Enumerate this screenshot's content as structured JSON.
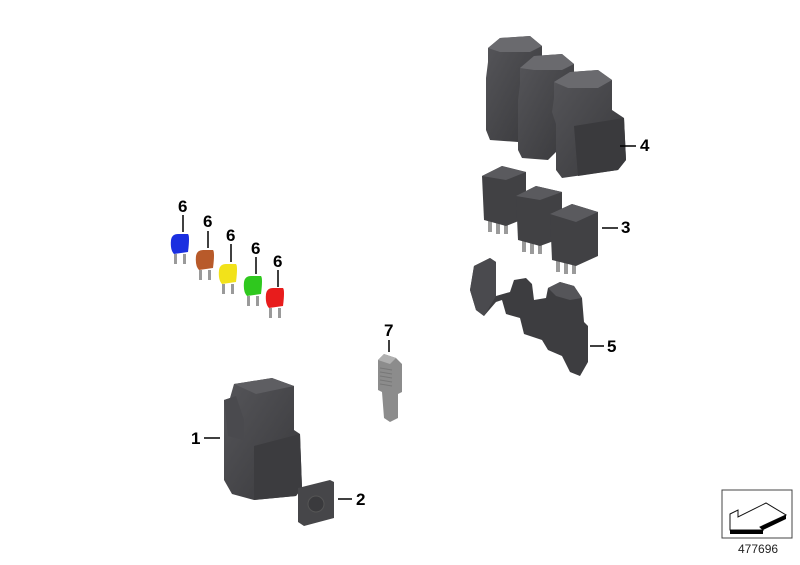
{
  "diagram": {
    "image_id": "477696",
    "colors": {
      "part_dark": "#3f3f42",
      "part_mid": "#4c4c50",
      "part_light": "#5c5c60",
      "pin": "#9a9a9a",
      "fuse_blue": "#1a2fe0",
      "fuse_brown": "#b85a2a",
      "fuse_yellow": "#f2e21a",
      "fuse_green": "#2fc81e",
      "fuse_red": "#e81c1c",
      "clip_gray": "#8a8a8a"
    },
    "callouts": [
      {
        "id": "1",
        "label": "1",
        "part": "relay-housing-large"
      },
      {
        "id": "2",
        "label": "2",
        "part": "cover-cap"
      },
      {
        "id": "3",
        "label": "3",
        "part": "relays"
      },
      {
        "id": "4",
        "label": "4",
        "part": "relay-covers"
      },
      {
        "id": "5",
        "label": "5",
        "part": "relay-holder-bracket"
      },
      {
        "id": "6a",
        "label": "6",
        "part": "mini-fuse-blue"
      },
      {
        "id": "6b",
        "label": "6",
        "part": "mini-fuse-brown"
      },
      {
        "id": "6c",
        "label": "6",
        "part": "mini-fuse-yellow"
      },
      {
        "id": "6d",
        "label": "6",
        "part": "mini-fuse-green"
      },
      {
        "id": "6e",
        "label": "6",
        "part": "mini-fuse-red"
      },
      {
        "id": "7",
        "label": "7",
        "part": "clip"
      }
    ]
  }
}
